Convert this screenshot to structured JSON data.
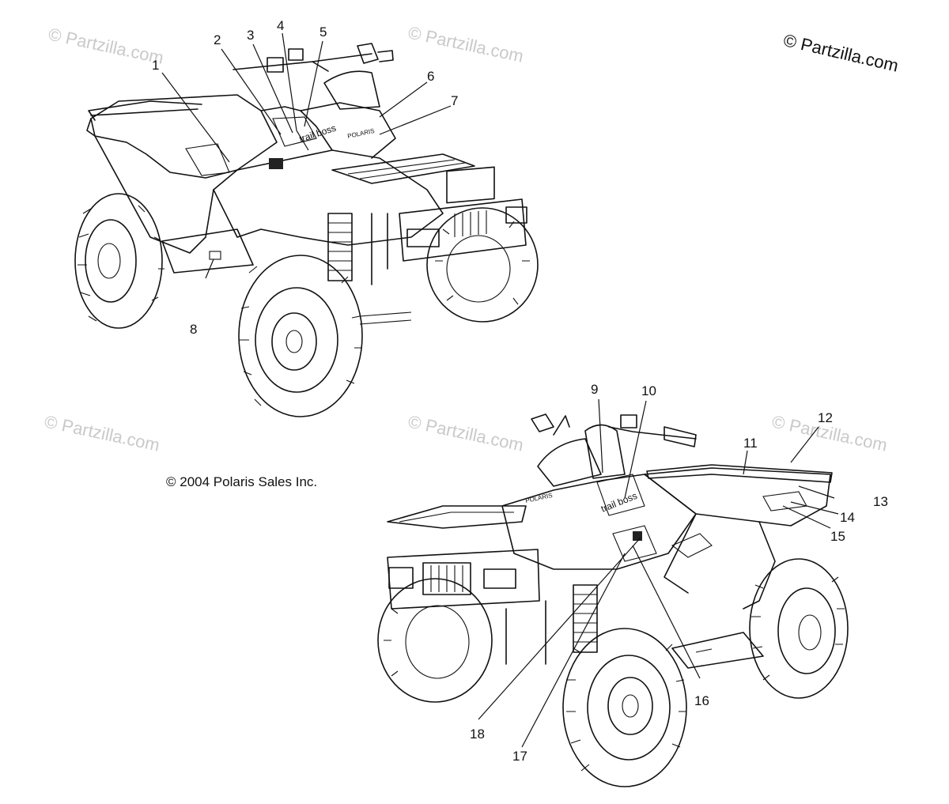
{
  "watermark": "© Partzilla.com",
  "corner_copyright": "© Partzilla.com",
  "footer_copyright": "© 2004 Polaris Sales Inc.",
  "decal_text": {
    "brand": "POLARIS",
    "model": "trail boss"
  },
  "callouts": [
    "1",
    "2",
    "3",
    "4",
    "5",
    "6",
    "7",
    "8",
    "9",
    "10",
    "11",
    "12",
    "13",
    "14",
    "15",
    "16",
    "17",
    "18"
  ]
}
